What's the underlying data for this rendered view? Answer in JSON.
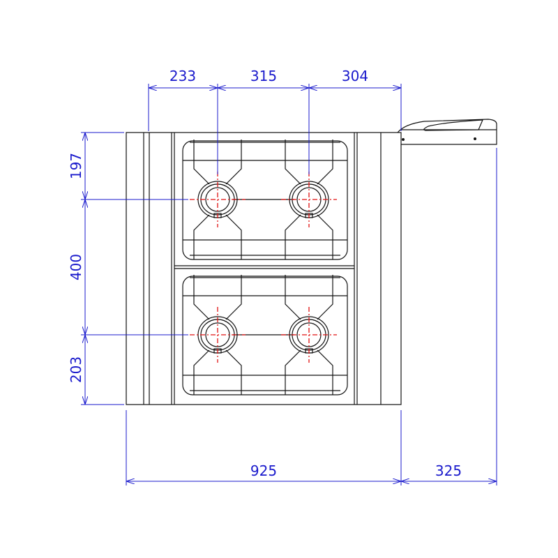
{
  "drawing": {
    "title": "Gas cooktop 4 burners - top view",
    "colors": {
      "dimension": "#1a1acc",
      "centerline": "#e01010",
      "outline": "#111111"
    },
    "dimensions": {
      "top": [
        "233",
        "315",
        "304"
      ],
      "left": [
        "197",
        "400",
        "203"
      ],
      "bottom": [
        "925",
        "325"
      ]
    }
  }
}
